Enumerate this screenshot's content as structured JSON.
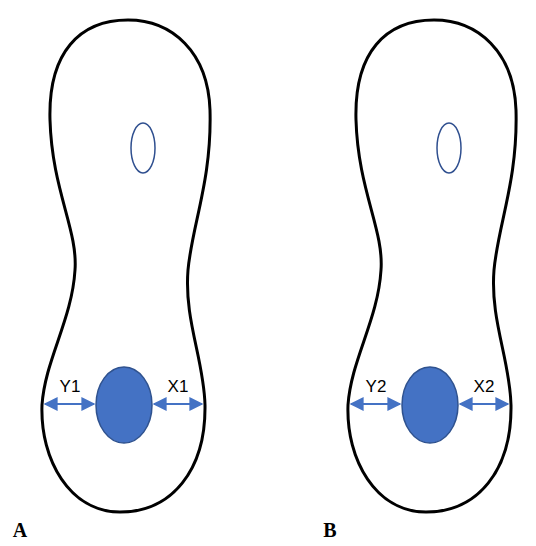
{
  "diagram": {
    "labels": [
      "Y1",
      "X1",
      "Y2",
      "X2",
      "A",
      "B"
    ]
  }
}
